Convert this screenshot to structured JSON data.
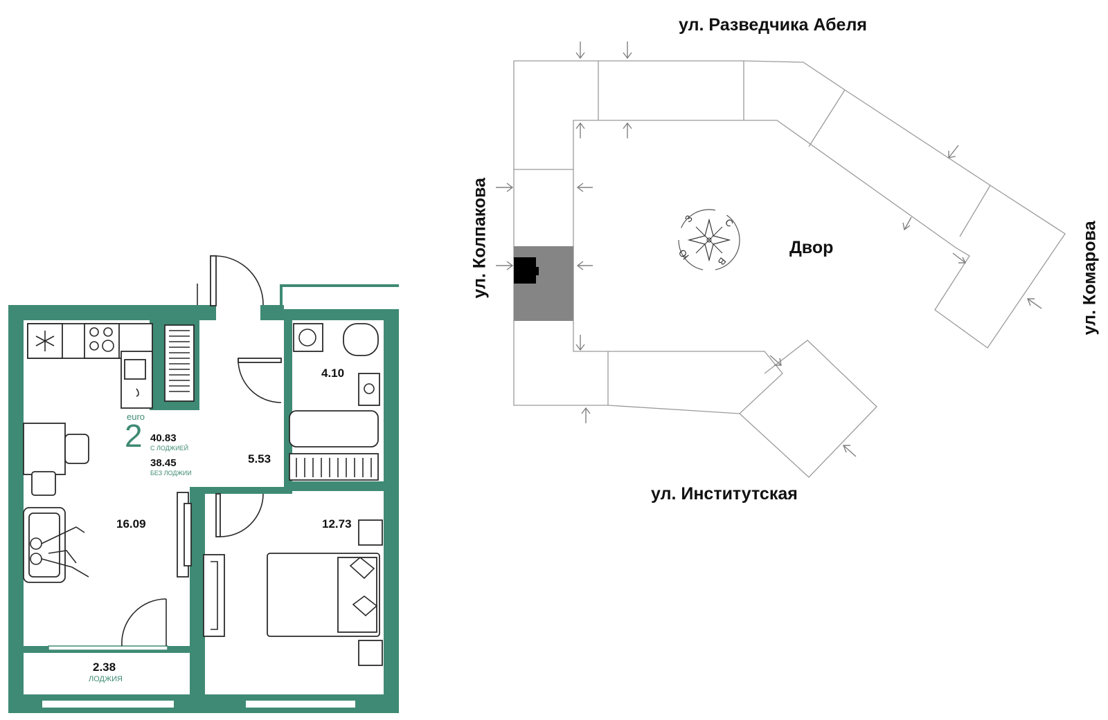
{
  "apartment": {
    "class_label": "euro",
    "rooms_count": "2",
    "total_area_with_loggia": "40.83",
    "label_with_loggia": "С ЛОДЖИЕЙ",
    "total_area_without_loggia": "38.45",
    "label_without_loggia": "БЕЗ ЛОДЖИИ",
    "rooms": {
      "living": "16.09",
      "hall": "5.53",
      "bathroom": "4.10",
      "bedroom": "12.73",
      "loggia": "2.38",
      "loggia_label": "ЛОДЖИЯ"
    }
  },
  "site_plan": {
    "streets": {
      "top": "ул. Разведчика Абеля",
      "left": "ул. Колпакова",
      "right": "ул. Комарова",
      "bottom": "ул. Институтская"
    },
    "courtyard_label": "Двор",
    "compass": {
      "north": "С",
      "west": "З",
      "south": "Ю",
      "east": "В"
    }
  },
  "colors": {
    "wall": "#3f8a74",
    "highlight_section": "#858585",
    "apartment_marker": "#000000"
  }
}
